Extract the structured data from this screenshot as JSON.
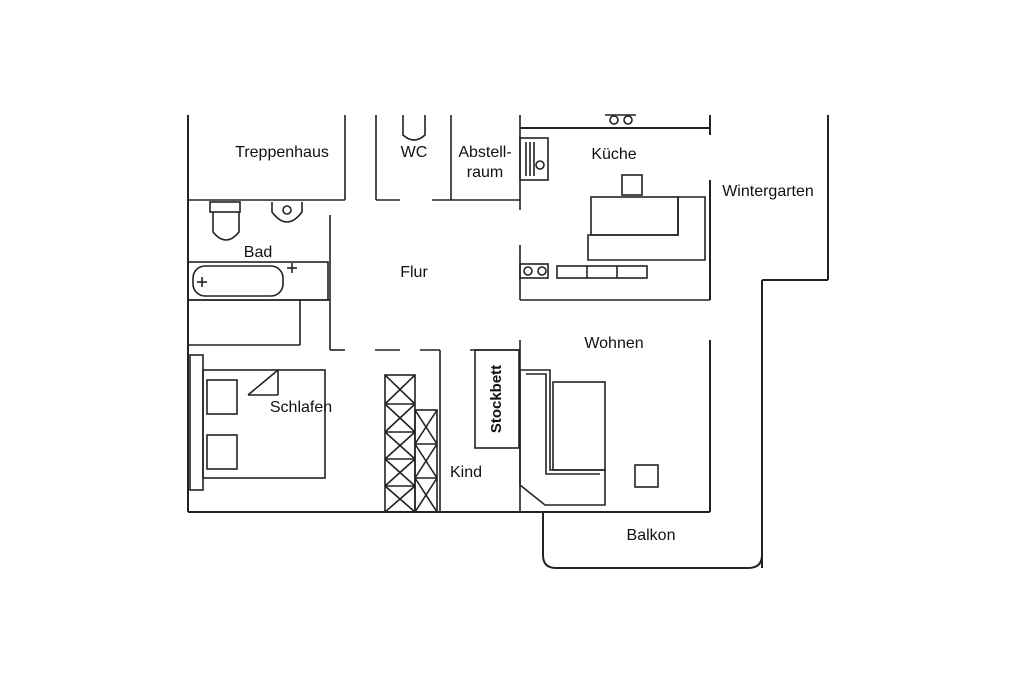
{
  "diagram": {
    "colors": {
      "line": "#222222",
      "background": "#ffffff"
    },
    "rooms": {
      "treppenhaus": "Treppenhaus",
      "wc": "WC",
      "abstell_line1": "Abstell-",
      "abstell_line2": "raum",
      "kueche": "Küche",
      "wintergarten": "Wintergarten",
      "bad": "Bad",
      "flur": "Flur",
      "wohnen": "Wohnen",
      "schlafen": "Schlafen",
      "stockbett": "Stockbett",
      "kind": "Kind",
      "balkon": "Balkon"
    }
  }
}
